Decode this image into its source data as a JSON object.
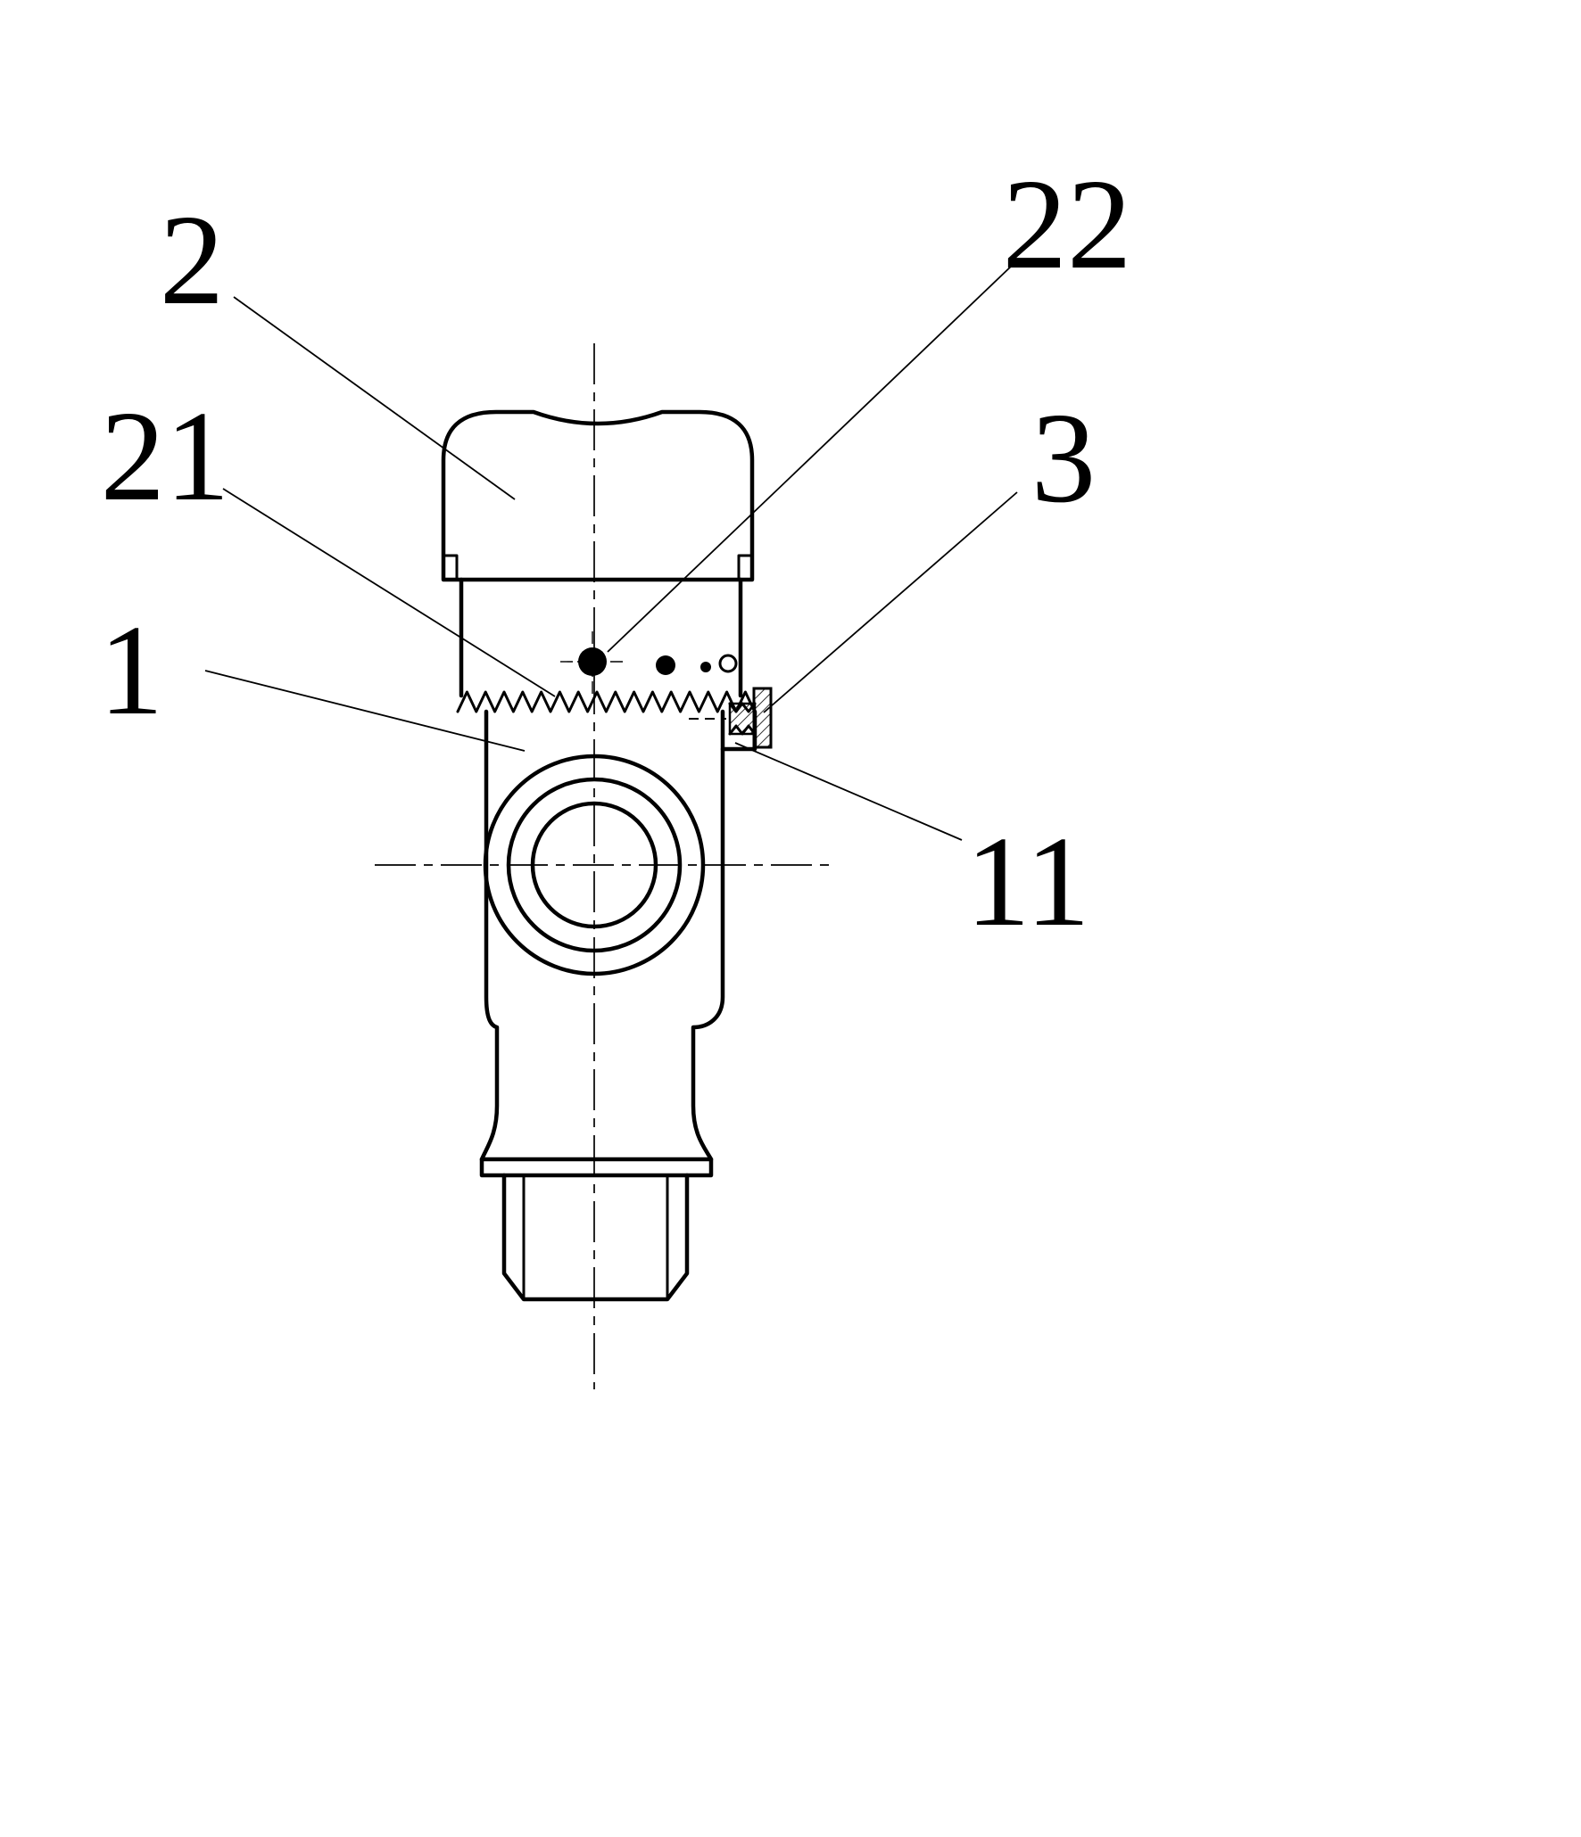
{
  "figure": {
    "background": "#ffffff",
    "stroke_color": "#000000"
  },
  "labels": [
    {
      "id": "cap",
      "text": "2"
    },
    {
      "id": "vent-holes",
      "text": "22"
    },
    {
      "id": "knurled-edge",
      "text": "21"
    },
    {
      "id": "set-screw",
      "text": "3"
    },
    {
      "id": "valve-body",
      "text": "1"
    },
    {
      "id": "body-step",
      "text": "11"
    }
  ]
}
